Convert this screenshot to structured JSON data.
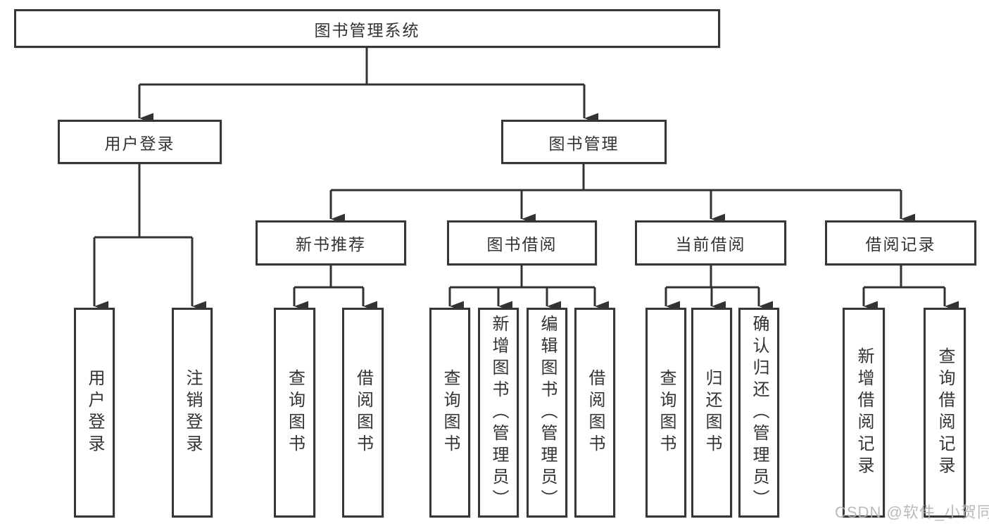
{
  "diagram": {
    "line_color": "#333333",
    "root": {
      "label": "图书管理系统"
    },
    "branches": [
      {
        "label": "用户登录",
        "children": [
          {
            "label": "用户登录"
          },
          {
            "label": "注销登录"
          }
        ]
      },
      {
        "label": "图书管理",
        "children": [
          {
            "label": "新书推荐",
            "children": [
              {
                "label": "查询图书"
              },
              {
                "label": "借阅图书"
              }
            ]
          },
          {
            "label": "图书借阅",
            "children": [
              {
                "label": "查询图书"
              },
              {
                "label": "新增图书（管理员）"
              },
              {
                "label": "编辑图书（管理员）"
              },
              {
                "label": "借阅图书"
              }
            ]
          },
          {
            "label": "当前借阅",
            "children": [
              {
                "label": "查询图书"
              },
              {
                "label": "归还图书"
              },
              {
                "label": "确认归还（管理员）"
              }
            ]
          },
          {
            "label": "借阅记录",
            "children": [
              {
                "label": "新增借阅记录"
              },
              {
                "label": "查询借阅记录"
              }
            ]
          }
        ]
      }
    ]
  },
  "watermark": {
    "text": "CSDN @软件_小贺同学"
  }
}
